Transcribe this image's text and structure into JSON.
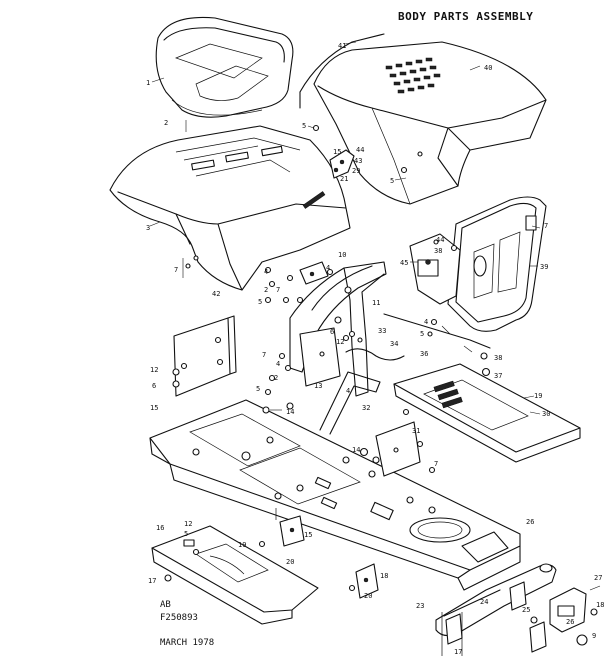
{
  "title": "BODY PARTS ASSEMBLY",
  "footer": {
    "code1": "AB",
    "code2": "F250893",
    "date": "MARCH 1978"
  },
  "callouts": {
    "c1": "1",
    "c2": "2",
    "c3": "3",
    "c4": "4",
    "c5": "5",
    "c6": "6",
    "c7": "7",
    "c9": "9",
    "c10": "10",
    "c11": "11",
    "c12": "12",
    "c13": "13",
    "c14": "14",
    "c15": "15",
    "c16": "16",
    "c17": "17",
    "c18": "18",
    "c19": "19",
    "c20": "20",
    "c21": "21",
    "c23": "23",
    "c24": "24",
    "c25": "25",
    "c26": "26",
    "c27": "27",
    "c29": "29",
    "c30": "30",
    "c31": "31",
    "c32": "32",
    "c33": "33",
    "c34": "34",
    "c36": "36",
    "c37": "37",
    "c38": "38",
    "c39": "39",
    "c40": "40",
    "c41": "41",
    "c42": "42",
    "c43": "43",
    "c44": "44",
    "c45": "45"
  }
}
